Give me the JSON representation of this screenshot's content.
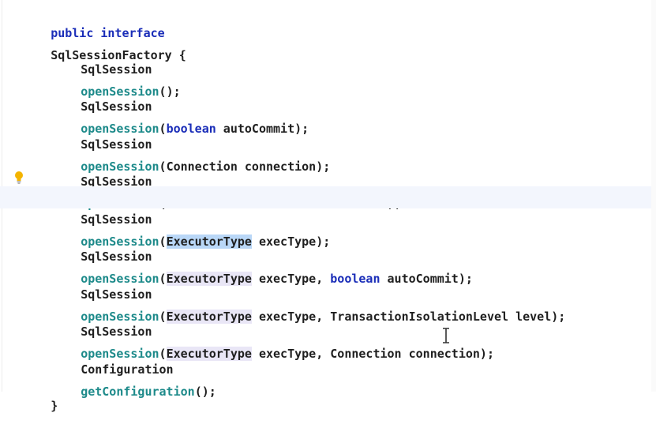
{
  "editor": {
    "lines": [
      {
        "keyword": "public interface",
        "name": "SqlSessionFactory",
        "tail": " {"
      },
      {
        "type": "SqlSession",
        "method": "openSession",
        "open": "(",
        "params": "",
        "close": ");"
      },
      {
        "type": "SqlSession",
        "method": "openSession",
        "open": "(",
        "kw": "boolean",
        "params": " autoCommit",
        "close": ");"
      },
      {
        "type": "SqlSession",
        "method": "openSession",
        "open": "(",
        "params": "Connection connection",
        "close": ");"
      },
      {
        "type": "SqlSession",
        "method": "openSession",
        "open": "(",
        "params": "TransactionIsolationLevel level",
        "close": ");"
      },
      {
        "type": "SqlSession",
        "method": "openSession",
        "open": "(",
        "hl": "ExecutorType",
        "params": " execType",
        "close": ");"
      },
      {
        "type": "SqlSession",
        "method": "openSession",
        "open": "(",
        "hl": "ExecutorType",
        "params": " execType, ",
        "kw": "boolean",
        "params2": " autoCommit",
        "close": ");"
      },
      {
        "type": "SqlSession",
        "method": "openSession",
        "open": "(",
        "hl": "ExecutorType",
        "params": " execType, TransactionIsolationLevel level",
        "close": ");"
      },
      {
        "type": "SqlSession",
        "method": "openSession",
        "open": "(",
        "hl": "ExecutorType",
        "params": " execType, Connection connection",
        "close": ");"
      },
      {
        "type": "Configuration",
        "method": "getConfiguration",
        "open": "(",
        "params": "",
        "close": ");"
      },
      {
        "brace": "}"
      }
    ]
  },
  "colors": {
    "keyword": "#1a2db8",
    "method": "#1d8a8a",
    "text": "#1f1f1f",
    "usage_highlight": "#e9e6f6",
    "active_highlight": "#b9d7f7",
    "current_line": "#f3f6fd"
  },
  "icons": {
    "gutter": "lightbulb-icon",
    "pointer": "text-cursor-icon"
  }
}
